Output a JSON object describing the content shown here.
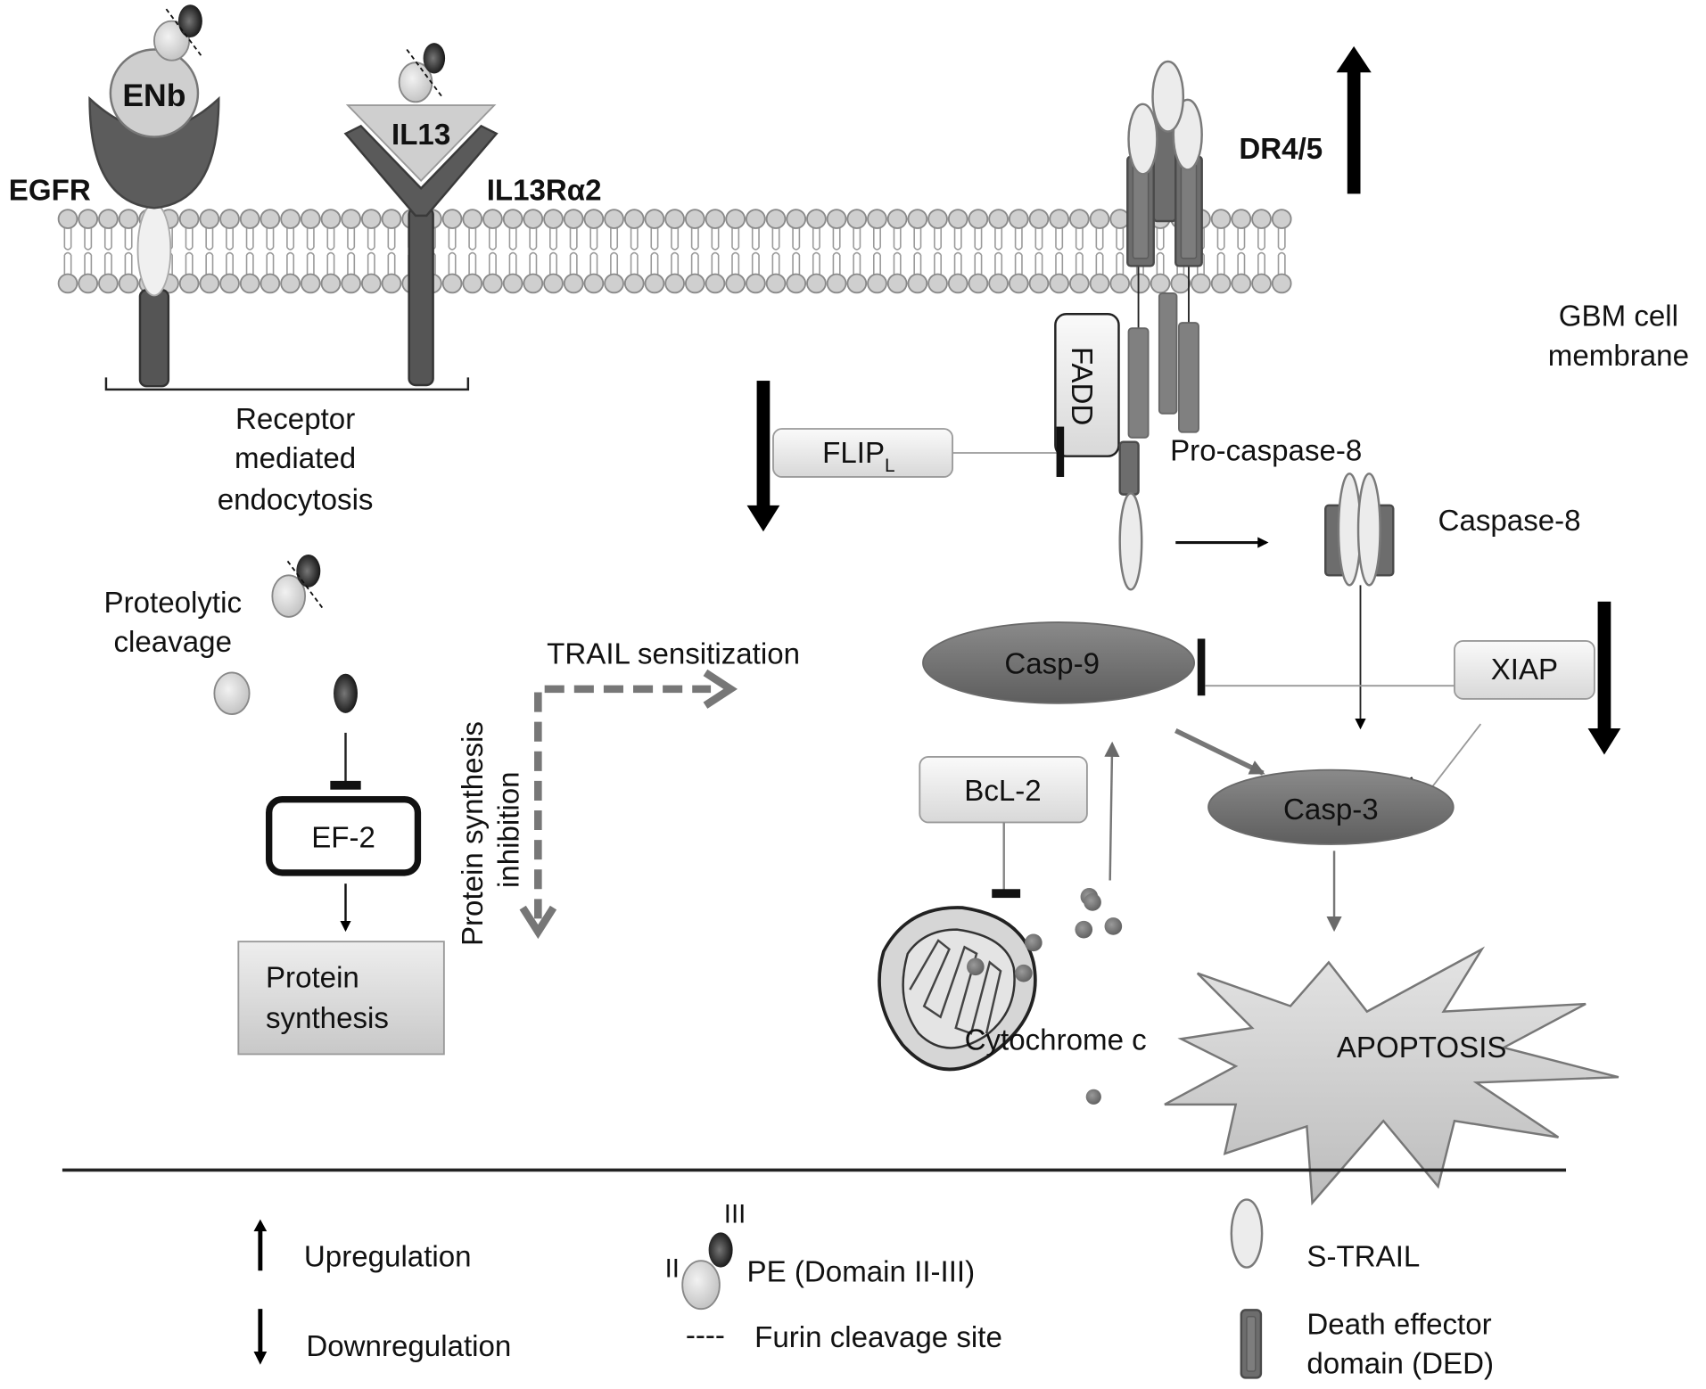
{
  "figure": {
    "membrane_label": [
      "GBM cell",
      "membrane"
    ],
    "receptors": {
      "egfr": {
        "label": "EGFR",
        "ligand": "ENb"
      },
      "il13": {
        "label": "IL13Rα2",
        "ligand": "IL13"
      },
      "dr": {
        "label": "DR4/5",
        "regulation": "upregulation"
      }
    },
    "endocytosis_label": [
      "Receptor",
      "mediated",
      "endocytosis"
    ],
    "cleavage_label": [
      "Proteolytic",
      "cleavage"
    ],
    "ef2_label": "EF-2",
    "protein_synthesis_label": [
      "Protein",
      "synthesis"
    ],
    "inhibition_label": [
      "Protein synthesis",
      "inhibition"
    ],
    "trail_sensitization_label": "TRAIL sensitization",
    "fadd_label": "FADD",
    "flip": {
      "label": "FLIP",
      "subscript": "L",
      "regulation": "downregulation"
    },
    "procaspase8_label": "Pro-caspase-8",
    "caspase8_label": "Caspase-8",
    "casp9_label": "Casp-9",
    "casp3_label": "Casp-3",
    "xiap": {
      "label": "XIAP",
      "regulation": "downregulation"
    },
    "bcl2_label": "BcL-2",
    "cytochrome_label": "Cytochrome c",
    "apoptosis_label": "APOPTOSIS"
  },
  "legend": {
    "upregulation": "Upregulation",
    "downregulation": "Downregulation",
    "pe_domain": "PE (Domain II-III)",
    "domain_ii": "II",
    "domain_iii": "III",
    "furin_symbol": "----",
    "furin": "Furin cleavage site",
    "strail": "S-TRAIL",
    "ded": [
      "Death effector",
      "domain (DED)"
    ]
  },
  "colors": {
    "dark_protein": "#5c5c5c",
    "light_protein": "#e8e8e8",
    "pe_dark": "#1a1a1a",
    "pathway_grey": "#7a7a7a"
  }
}
